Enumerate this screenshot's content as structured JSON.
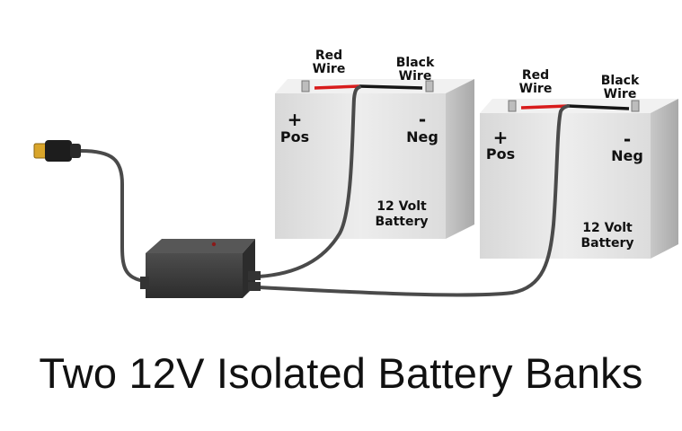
{
  "caption": "Two 12V Isolated Battery Banks",
  "battery1": {
    "red_wire": [
      "Red",
      "Wire"
    ],
    "black_wire": [
      "Black",
      "Wire"
    ],
    "pos_sign": "+",
    "pos_label": "Pos",
    "neg_sign": "-",
    "neg_label": "Neg",
    "battery_label": [
      "12 Volt",
      "Battery"
    ]
  },
  "battery2": {
    "red_wire": [
      "Red",
      "Wire"
    ],
    "black_wire": [
      "Black",
      "Wire"
    ],
    "pos_sign": "+",
    "pos_label": "Pos",
    "neg_sign": "-",
    "neg_label": "Neg",
    "battery_label": [
      "12 Volt",
      "Battery"
    ]
  },
  "colors": {
    "red_wire": "#d81c1c",
    "black_wire": "#151515",
    "cable": "#4a4a4a",
    "module": "#3b3b3b",
    "plug_gold": "#d9a52a",
    "battery_face": "#e6e6e6",
    "battery_side": "#c9c9c9",
    "battery_top": "#f2f2f2"
  }
}
